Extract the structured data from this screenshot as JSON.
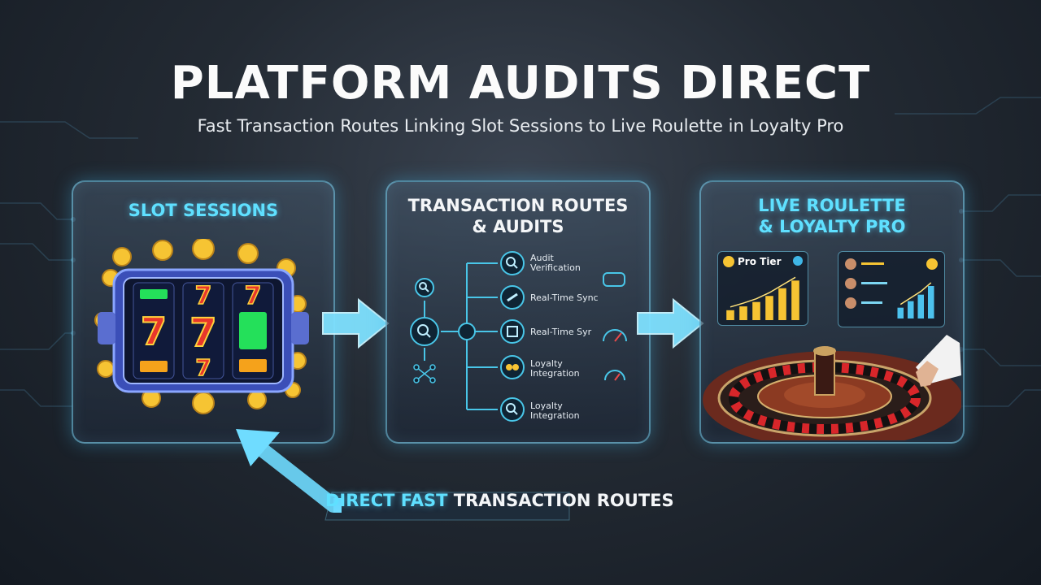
{
  "title": "PLATFORM AUDITS DIRECT",
  "subtitle": "Fast Transaction Routes Linking Slot Sessions to Live Roulette in Loyalty Pro",
  "panels": {
    "slot": {
      "title": "SLOT SESSIONS",
      "reels": [
        "7",
        "7",
        "7",
        "7",
        "7"
      ]
    },
    "routes": {
      "title_line1": "TRANSACTION ROUTES",
      "title_line2": "& AUDITS",
      "items": [
        {
          "label_line1": "Audit",
          "label_line2": "Verification",
          "icon": "magnifier-icon"
        },
        {
          "label_line1": "Real-Time Sync",
          "label_line2": "",
          "icon": "link-icon"
        },
        {
          "label_line1": "Real-Time Syr",
          "label_line2": "",
          "icon": "cube-icon"
        },
        {
          "label_line1": "Loyalty",
          "label_line2": "Integration",
          "icon": "coins-icon"
        },
        {
          "label_line1": "Loyalty",
          "label_line2": "Integration",
          "icon": "magnifier-icon"
        }
      ]
    },
    "roulette": {
      "title_line1": "LIVE ROULETTE",
      "title_line2": "& LOYALTY PRO",
      "pro_tier_label": "Pro Tier",
      "bar_chart": [
        18,
        25,
        33,
        44,
        58,
        72
      ],
      "mini_chart": [
        20,
        32,
        44,
        60
      ]
    }
  },
  "bottom_label": {
    "highlight": "DIRECT FAST",
    "rest": " TRANSACTION ROUTES"
  },
  "colors": {
    "accent": "#5fe0ff",
    "gold": "#f6c433",
    "red": "#d8262a"
  }
}
